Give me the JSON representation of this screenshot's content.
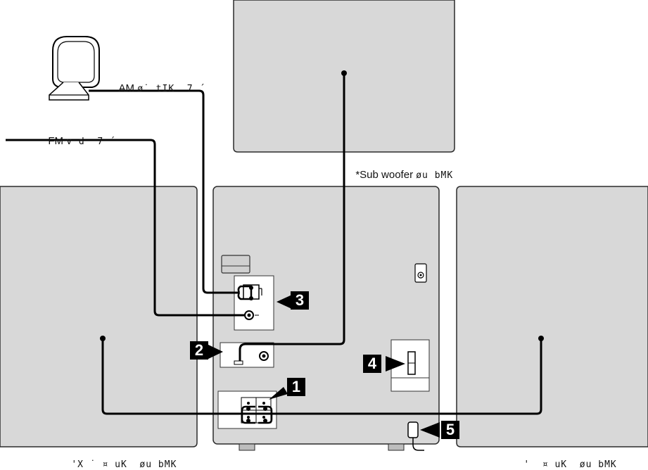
{
  "labels": {
    "am_antenna_prefix": "AM",
    "am_antenna_garble": "ø˙ tIK  7 ´",
    "fm_antenna_prefix": "FM",
    "fm_antenna_garble": "v d  7 ´",
    "sub_woofer_prefix": "*Sub woofer",
    "sub_woofer_garble": "øu bMK",
    "left_speaker_label": "'X ˙ ¤ uK  øu bMK",
    "right_speaker_label": "'  ¤ uK  øu bMK"
  },
  "callouts": {
    "n1": "1",
    "n2": "2",
    "n3": "3",
    "n4": "4",
    "n5": "5"
  },
  "colors": {
    "panel_fill": "#d8d8d8",
    "panel_stroke": "#2a2a2a",
    "wire": "#000000",
    "callout_bg": "#000000",
    "callout_fg": "#ffffff"
  }
}
